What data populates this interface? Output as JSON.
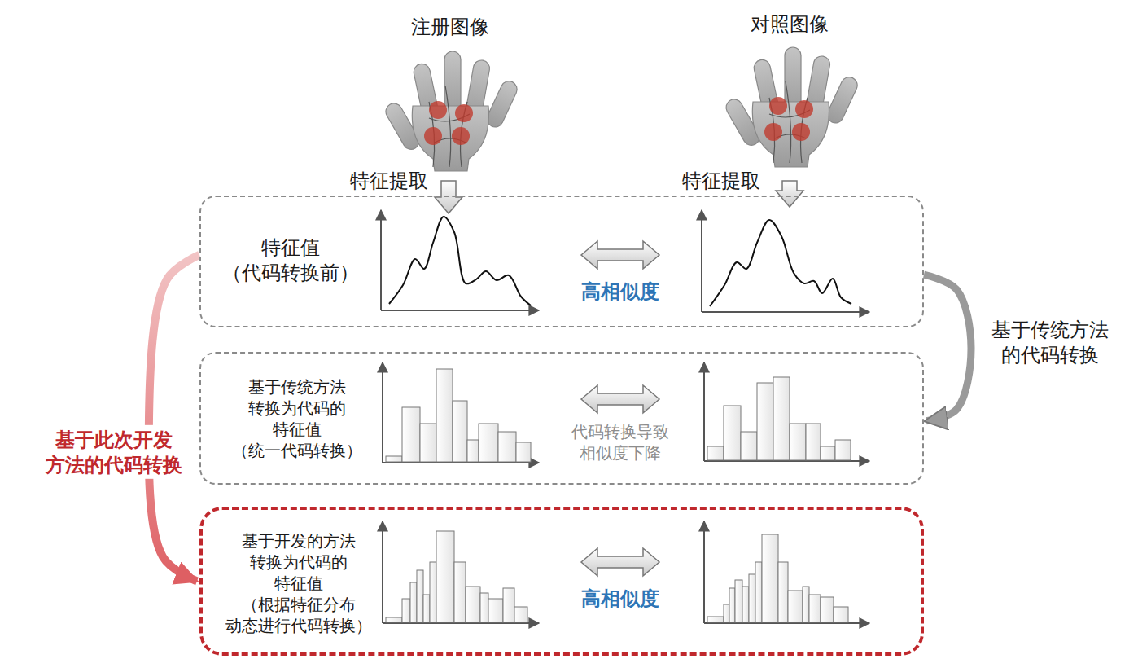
{
  "diagram": {
    "nodes": [
      {
        "text": [
          "特征值 （代码转换前）",
          "高相似度"
        ]
      },
      {
        "text": [
          "基于传统方法 转换为代码的 特征值 （统一代码转换）",
          "代码转换导致 相似度下降"
        ]
      },
      {
        "text": [
          "基于开发的方法 转换为代码的 特征值 （根据特征分布 动态进行代码转换）",
          "高相似度"
        ]
      }
    ],
    "edges": [
      {
        "from": 0,
        "to": 1,
        "arrow": "to",
        "label": "基于传统方法 的代码转换"
      },
      {
        "from": 0,
        "to": 2,
        "arrow": "to",
        "label": "基于此次开发 方法的代码转换"
      }
    ],
    "labels": [
      "注册图像",
      "对照图像",
      "特征提取",
      "特征提取"
    ]
  }
}
